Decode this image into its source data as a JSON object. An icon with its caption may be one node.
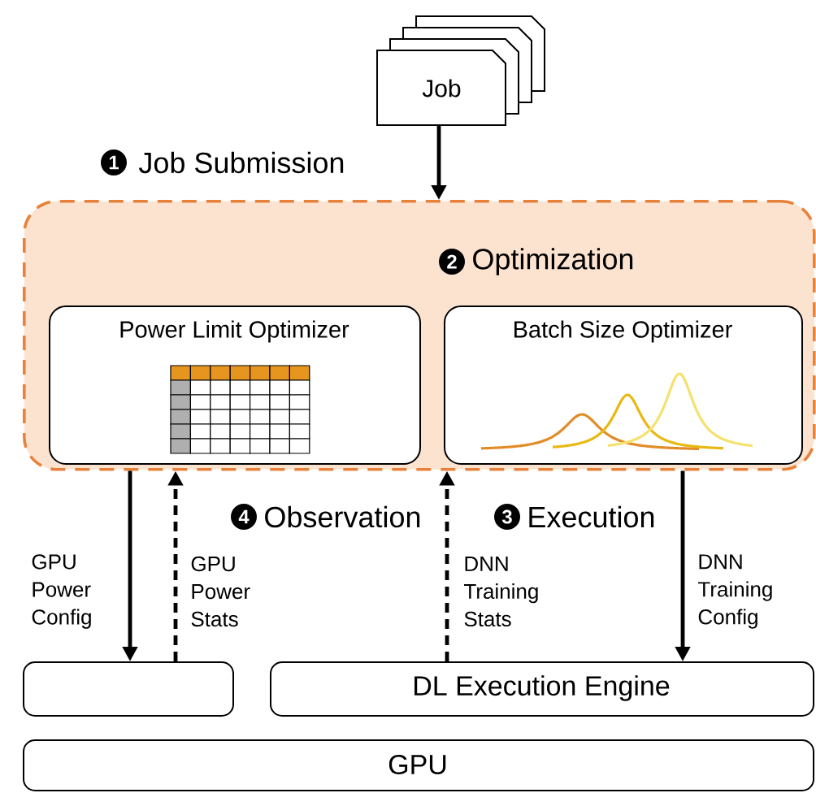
{
  "diagram": {
    "nodes": [
      {
        "text": [
          "Job"
        ]
      },
      {
        "text": [
          "2",
          "Optimization"
        ]
      },
      {
        "text": [
          "Power Limit Optimizer"
        ],
        "in": 1
      },
      {
        "text": [
          "Batch Size Optimizer"
        ],
        "in": 1
      },
      {
        "text": [],
        "shape": "box"
      },
      {
        "text": [
          "DL Execution Engine"
        ]
      },
      {
        "text": [
          "GPU"
        ]
      }
    ],
    "edges": [
      {
        "from": 0,
        "to": 1,
        "arrow": "to",
        "label": "Job Submission"
      },
      {
        "from": 1,
        "to": 4,
        "arrow": "to",
        "label": "GPU Power Config"
      },
      {
        "from": 4,
        "to": 1,
        "arrow": "to",
        "style": "dashed",
        "label": "GPU Power Stats"
      },
      {
        "from": 5,
        "to": 1,
        "arrow": "to",
        "style": "dashed",
        "label": "DNN Training Stats"
      },
      {
        "from": 1,
        "to": 5,
        "arrow": "to",
        "label": "DNN Training Config"
      }
    ],
    "labels": [
      "1",
      "4",
      "Observation",
      "3",
      "Execution"
    ]
  }
}
